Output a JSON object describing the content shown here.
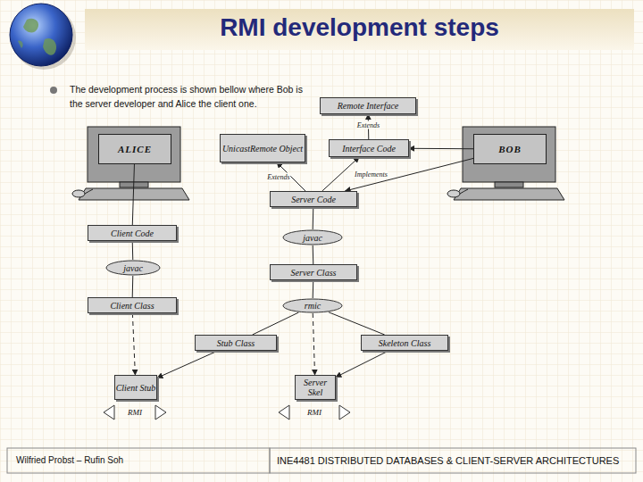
{
  "diagram": {
    "title": "RMI development steps",
    "nodes": [
      {
        "text": [
          "Remote Interface"
        ]
      },
      {
        "text": [
          "ALICE"
        ]
      },
      {
        "text": [
          "UnicastRemote Object"
        ]
      },
      {
        "text": [
          "Interface Code"
        ]
      },
      {
        "text": [
          "BOB"
        ]
      },
      {
        "text": [
          "Server Code"
        ]
      },
      {
        "text": [
          "Client Code"
        ]
      },
      {
        "text": [
          "javac"
        ]
      },
      {
        "text": [
          "javac"
        ]
      },
      {
        "text": [
          "Server Class"
        ]
      },
      {
        "text": [
          "Client Class"
        ]
      },
      {
        "text": [
          "rmic"
        ]
      },
      {
        "text": [
          "Stub Class"
        ]
      },
      {
        "text": [
          "Skeleton Class"
        ]
      },
      {
        "text": [
          "Client Stub"
        ]
      },
      {
        "text": [
          "Server Skel"
        ]
      }
    ],
    "edges": [
      {
        "from": 3,
        "to": 0,
        "label": "Extends",
        "arrow": "to"
      },
      {
        "from": 4,
        "to": 3,
        "arrow": "to"
      },
      {
        "from": 4,
        "to": 5,
        "arrow": "to"
      },
      {
        "from": 5,
        "to": 2,
        "label": "Extends",
        "arrow": "to"
      },
      {
        "from": 5,
        "to": 3,
        "label": "Implements",
        "arrow": "to"
      },
      {
        "from": 1,
        "to": 6,
        "arrow": "none"
      },
      {
        "from": 5,
        "to": 7,
        "arrow": "none"
      },
      {
        "from": 6,
        "to": 8,
        "arrow": "none"
      },
      {
        "from": 7,
        "to": 9,
        "arrow": "none"
      },
      {
        "from": 8,
        "to": 10,
        "arrow": "none"
      },
      {
        "from": 9,
        "to": 11,
        "arrow": "none"
      },
      {
        "from": 11,
        "to": 12,
        "arrow": "none"
      },
      {
        "from": 11,
        "to": 13,
        "arrow": "none"
      },
      {
        "from": 10,
        "to": 14,
        "arrow": "to"
      },
      {
        "from": 12,
        "to": 14,
        "arrow": "to"
      },
      {
        "from": 11,
        "to": 15,
        "arrow": "to"
      },
      {
        "from": 13,
        "to": 15,
        "arrow": "to"
      }
    ],
    "labels": [
      "The development process is shown bellow where Bob is the server developer and Alice the client one.",
      "RMI",
      "RMI",
      "Wilfried Probst – Rufin Soh",
      "INE4481 DISTRIBUTED DATABASES & CLIENT-SERVER ARCHITECTURES"
    ]
  }
}
